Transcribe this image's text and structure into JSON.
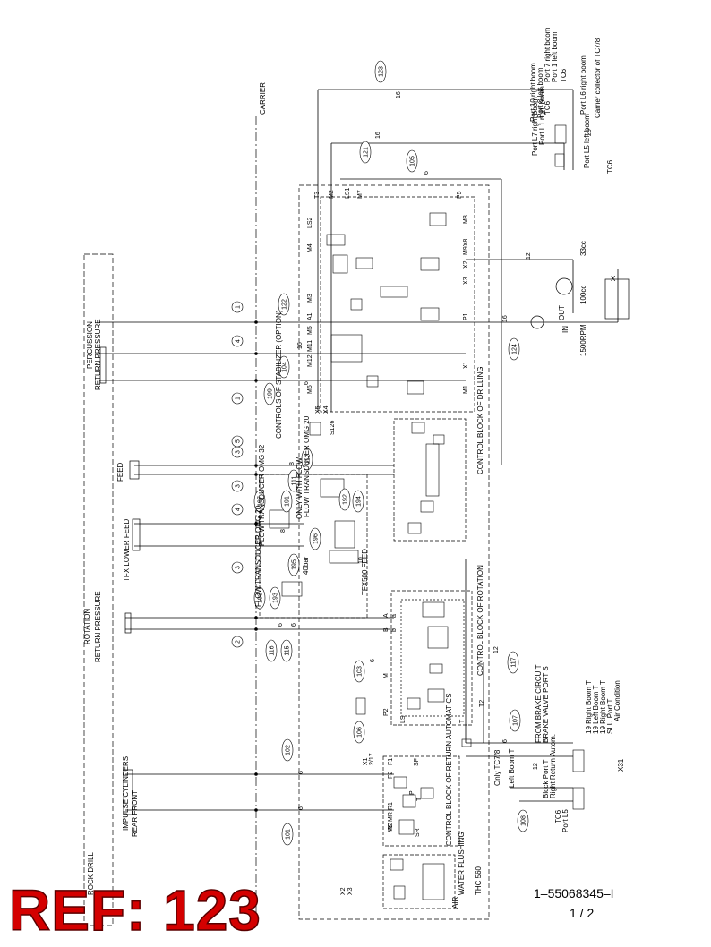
{
  "document": {
    "doc_number": "1–55068345–I",
    "page": "1 / 2",
    "ref_stamp": "REF: 123",
    "model": "THC 560"
  },
  "sections": {
    "carrier": "CARRIER",
    "rock_drill": "ROCK DRILL",
    "percussion": "PERCUSSION",
    "percussion_ports": "RETURN        PRESSURE",
    "feed": "FEED",
    "tfx_lower_feed": "TFX LOWER FEED",
    "rotation": "ROTATION",
    "rotation_ports": "RETURN        PRESSURE",
    "impulse_cylinders": "IMPULSE CYLINDERS",
    "impulse_ports": "REAR                    FRONT",
    "tfx500_feed": "TFX500 FEED"
  },
  "blocks": {
    "drilling": "CONTROL BLOCK OF DRILLING",
    "rotation": "CONTROL BLOCK OF ROTATION",
    "return_automatics": "CONTROL BLOCK OF RETURN AUTOMATICS",
    "water_flushing": "WATER FLUSHING",
    "air": "AIR",
    "stabilizer": "CONTROLS OF STABILIZER (OPTION)"
  },
  "transducers": {
    "flow_upper": "FLOW TRANSDUCER OMG 20",
    "flow_mid": "FLOW TRANSDUCER OMG 32",
    "flow_lower": "FLOW TRANSDUCER OMG 20",
    "only_with_flow": "ONLY WITH FLOW",
    "pressure_40": "40bar"
  },
  "ports_right": {
    "tc6_top": "TC6",
    "port1_left": "Port 1 left boom",
    "port7_right": "Port 7 right boom",
    "port_l6_right": "Port L6 right boom",
    "tc6_mid": "TC6",
    "port8_left": "Port 8 left boom",
    "port10_right": "Port 10 right boom",
    "carrier_collector": "Carrier collector of TC7/8",
    "port_l1_right": "Port L1 right boom",
    "port_l7_right": "Port L7 right boom",
    "port_l5_left": "Port L5 left boom",
    "tc6_low": "TC6"
  },
  "ports_lower_right": {
    "from_brake": "FROM BRAKE CIRCUIT",
    "brake_valve": "BRAKE VALVE PORT S",
    "right_boom_t": "19 Right Boom T",
    "left_boom_t": "19 Left Boom T",
    "right_boom_t2": "19 Right Boom T",
    "slu_port_t": "SLU Port T",
    "air_condition": "Air Condition",
    "only_tc78": "Only TC7/8",
    "left_boom_t_port": "Left Boom T",
    "right_return": "Right Return Autom.",
    "block_port_t": "Block Port T",
    "tc6_port": "TC6",
    "port_l5": "Port L5",
    "x31": "X31"
  },
  "pump": {
    "rpm": "1500RPM",
    "cc100": "100cc",
    "cc33": "33cc",
    "in": "IN",
    "out": "OUT",
    "x": "X"
  },
  "bubbles": [
    "123",
    "121",
    "105",
    "199",
    "104",
    "122",
    "1",
    "4",
    "1",
    "3",
    "5",
    "3",
    "4",
    "3",
    "2",
    "116",
    "115",
    "103",
    "106",
    "102",
    "101",
    "107",
    "108",
    "117",
    "124",
    "197",
    "191",
    "196",
    "195",
    "198",
    "194",
    "193",
    "192",
    "111",
    "112"
  ],
  "line_numbers": [
    "16",
    "16",
    "16",
    "6",
    "6",
    "6",
    "6",
    "6",
    "8",
    "8",
    "10",
    "12",
    "12",
    "6",
    "6",
    "6",
    "16",
    "20",
    "12"
  ],
  "block_ports": {
    "drilling": [
      "T3",
      "M2",
      "LS1",
      "M7",
      "P5",
      "LS2",
      "M8",
      "M4",
      "M9X8",
      "X2",
      "X3",
      "M3",
      "A1",
      "P1",
      "M5",
      "M11",
      "M12",
      "X1",
      "M6",
      "M1",
      "X5",
      "X4",
      "S126"
    ],
    "rotation": [
      "A",
      "B",
      "a",
      "b",
      "M",
      "P2",
      "T2",
      "LS",
      "T"
    ],
    "return": [
      "X1",
      "2/17",
      "F1",
      "F2",
      "SF",
      "R1",
      "MR",
      "MF",
      "P",
      "T",
      "R2",
      "SR",
      "X2",
      "X3"
    ]
  }
}
